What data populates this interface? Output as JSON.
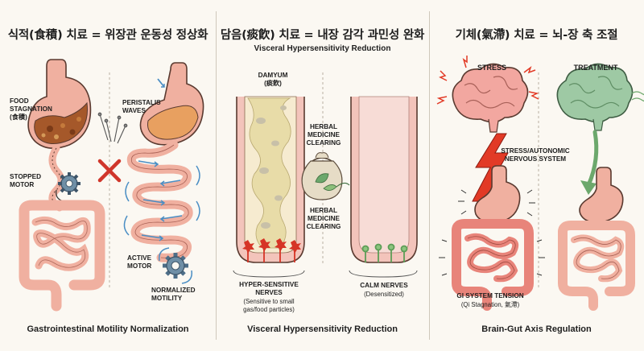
{
  "panels": [
    {
      "title": "식적(食積) 치료 = 위장관 운동성 정상화",
      "labels": {
        "food_stagnation_line1": "FOOD",
        "food_stagnation_line2": "STAGNATION",
        "food_stagnation_line3": "(食積)",
        "peristalsis_line1": "PERISTALIS",
        "peristalsis_line2": "WAVES",
        "stopped_motor_line1": "STOPPED",
        "stopped_motor_line2": "MOTOR",
        "active_motor_line1": "ACTIVE",
        "active_motor_line2": "MOTOR",
        "normalized_line1": "NORMALIZED",
        "normalized_line2": "MOTILITY"
      },
      "footer": "Gastrointestinal Motility Normalization"
    },
    {
      "title": "담음(痰飮) 치료 = 내장 감각 과민성 완화",
      "subtitle": "Visceral Hypersensitivity Reduction",
      "labels": {
        "damyum_line1": "DAMYUM",
        "damyum_line2": "(痰飮)",
        "herbal_top_line1": "HERBAL",
        "herbal_top_line2": "MEDICINE",
        "herbal_top_line3": "CLEARING",
        "herbal_bottom_line1": "HERBAL",
        "herbal_bottom_line2": "MEDICINE",
        "herbal_bottom_line3": "CLEARING",
        "hyper_line1": "HYPER-SENSITIVE",
        "hyper_line2": "NERVES",
        "hyper_note_line1": "(Sensitive to small",
        "hyper_note_line2": "gas/food particles)",
        "calm_line1": "CALM NERVES",
        "calm_note": "(Desensitized)"
      },
      "footer": "Visceral Hypersensitivity Reduction"
    },
    {
      "title": "기체(氣滯) 치료 = 뇌-장 축 조절",
      "labels": {
        "stress": "STRESS",
        "treatment": "TREATMENT",
        "autonomic_line1": "STRESS/AUTONOMIC",
        "autonomic_line2": "NERVOUS SYSTEM",
        "gi_tension_line1": "GI SYSTEM TENSION",
        "gi_tension_line2": "(Qi Stagnation, 氣滯)"
      },
      "footer": "Brain-Gut Axis Regulation"
    }
  ],
  "colors": {
    "tissue": "#f0b0a0",
    "tissue_outline": "#5a3a30",
    "stomach_food": "#a5582a",
    "brain_stress": "#f2a7a0",
    "brain_calm": "#9ec9a4",
    "tube_wall": "#f3c4bb",
    "mucus": "#e8dca8",
    "bolt": "#e23a26",
    "arrow_green": "#6ca86c",
    "nerve_red": "#d63426",
    "nerve_green": "#5c9d56",
    "flow_blue": "#4a8ec4",
    "gear": "#5f7f97",
    "cross": "#d0362b"
  },
  "icons": [
    "gear-icon",
    "cross-icon",
    "acupuncture-needles-icon",
    "herb-bag-icon",
    "lightning-icon",
    "down-arrow-icon",
    "brain-icon",
    "stomach-icon",
    "intestine-icon"
  ]
}
